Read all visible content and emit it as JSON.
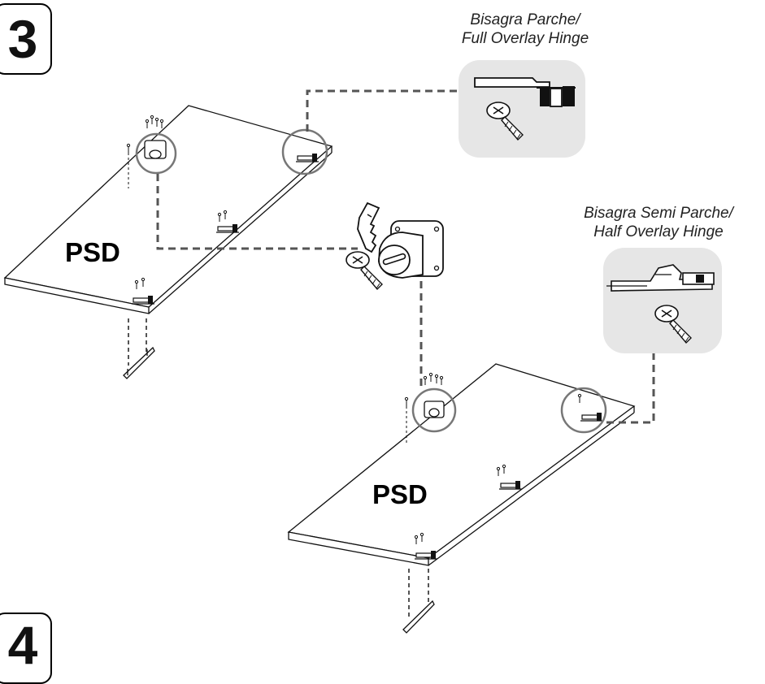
{
  "steps": {
    "current": "3",
    "next": "4"
  },
  "hinges": {
    "full_overlay": {
      "line1": "Bisagra Parche/",
      "line2": "Full Overlay Hinge"
    },
    "half_overlay": {
      "line1": "Bisagra Semi Parche/",
      "line2": "Half Overlay Hinge"
    }
  },
  "panels": {
    "top_label": "PSD",
    "bottom_label": "PSD"
  },
  "colors": {
    "callout_bg": "#e6e6e6",
    "line": "#111111",
    "dash": "#555555",
    "circle": "#777777"
  },
  "icons": [
    "hinge-icon",
    "screw-icon",
    "key-icon",
    "lock-icon",
    "handle-icon"
  ]
}
